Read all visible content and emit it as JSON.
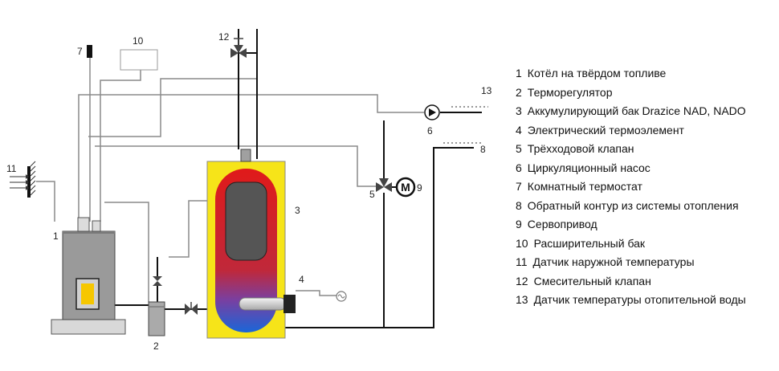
{
  "labels": {
    "l1": "1",
    "l2": "2",
    "l3": "3",
    "l4": "4",
    "l5": "5",
    "l6": "6",
    "l7": "7",
    "l8": "8",
    "l9": "9",
    "l10": "10",
    "l11": "11",
    "l12": "12",
    "l13": "13"
  },
  "servo_letter": "M",
  "legend": [
    {
      "num": "1",
      "text": "Котёл на твёрдом топливе"
    },
    {
      "num": "2",
      "text": "Терморегулятор"
    },
    {
      "num": "3",
      "text": "Аккумулирующий бак Drazice NAD, NADO"
    },
    {
      "num": "4",
      "text": "Электрический термоэлемент"
    },
    {
      "num": "5",
      "text": "Трёхходовой клапан"
    },
    {
      "num": "6",
      "text": "Циркуляционный насос"
    },
    {
      "num": "7",
      "text": "Комнатный термостат"
    },
    {
      "num": "8",
      "text": "Обратный контур из системы отопления"
    },
    {
      "num": "9",
      "text": "Сервопривод"
    },
    {
      "num": "10",
      "text": "Расширительный бак"
    },
    {
      "num": "11",
      "text": "Датчик наружной температуры"
    },
    {
      "num": "12",
      "text": "Смесительный клапан"
    },
    {
      "num": "13",
      "text": "Датчик температуры отопительной воды"
    }
  ],
  "colors": {
    "tank_shell": "#f6e419",
    "tank_hot": "#e01a1a",
    "tank_cold": "#1a66d8",
    "boiler": "#9a9a9a",
    "fire": "#f6c700",
    "pipe": "#111111",
    "wire": "#888888"
  }
}
